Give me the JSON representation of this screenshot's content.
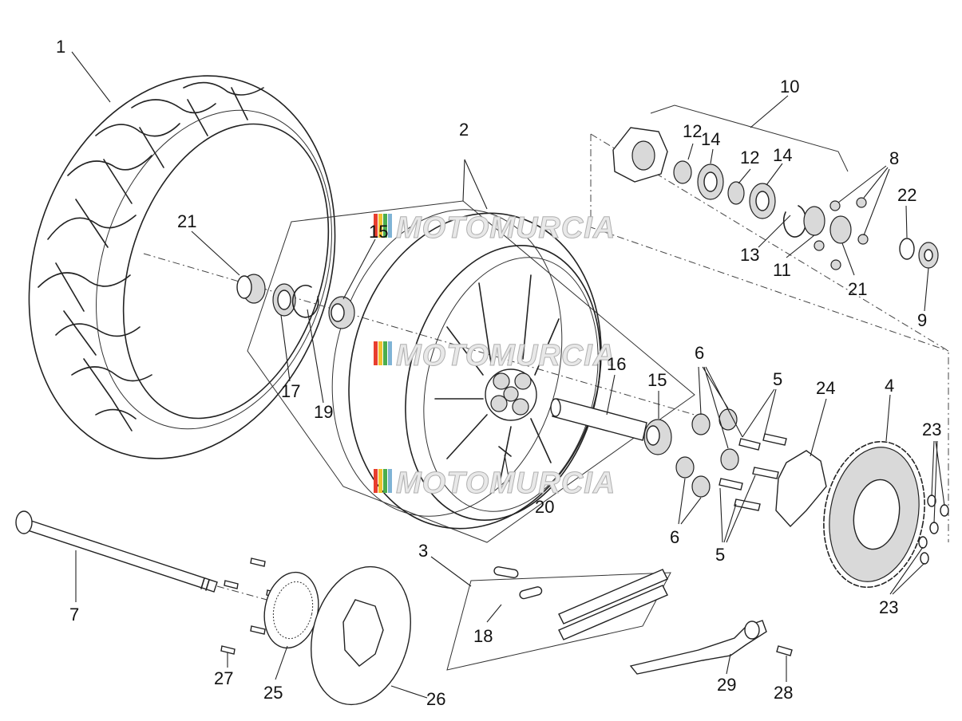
{
  "watermark": {
    "text": "MOTOMURCIA",
    "colors": [
      "#e83e2e",
      "#f2c12e",
      "#4cae4c",
      "#7fb3d5"
    ]
  },
  "callouts": [
    "1",
    "2",
    "3",
    "4",
    "5",
    "5",
    "6",
    "6",
    "7",
    "8",
    "9",
    "10",
    "11",
    "12",
    "12",
    "13",
    "14",
    "14",
    "15",
    "15",
    "16",
    "17",
    "18",
    "19",
    "20",
    "21",
    "21",
    "22",
    "23",
    "23",
    "24",
    "25",
    "26",
    "27",
    "28",
    "29"
  ]
}
